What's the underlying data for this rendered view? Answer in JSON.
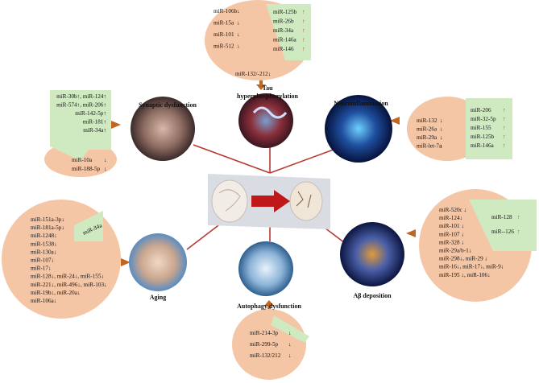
{
  "colors": {
    "salmon": "#f5c6a5",
    "green": "#cfe9c1",
    "line": "#b83a32",
    "arrow": "#c0661e",
    "arrow_up": "#c0440a"
  },
  "tau": {
    "title_line1": "Tau",
    "title_line2": "hyperphosphorylation",
    "down": [
      "miR-106b",
      "miR-15a",
      "miR-101",
      "miR-512",
      "miR-132/-212"
    ],
    "up": [
      "miR-125b",
      "miR-26b",
      "miR-34a",
      "miR-146a",
      "miR-146"
    ]
  },
  "synaptic": {
    "title": "Synaptic dysfunction",
    "green_lines": [
      "miR-30b↑, miR-124↑",
      "miR-574↑, miR-206↑",
      "miR-142-5p↑",
      "miR-181↑",
      "miR-34a↑"
    ],
    "down": [
      "miR-10a",
      "miR-188-5p"
    ]
  },
  "neuro": {
    "title": "Neuroinflammation",
    "down": [
      "miR-132",
      "miR-26a",
      "miR-29a",
      "miR-let-7a"
    ],
    "up": [
      "miR-206",
      "miR-32-5p",
      "miR-155",
      "miR-125b",
      "miR-146a"
    ]
  },
  "aging": {
    "title": "Aging",
    "green": "miR-34a",
    "lines": [
      "miR-151a-3p↓",
      "miR-181a-5p↓",
      "miR-1248↓",
      "miR-1538↓",
      "miR-130a↓",
      "miR-107↓",
      "miR-17↓",
      "miR-128↓, miR-24↓, miR-155↓",
      "miR-221↓, miR-496↓, miR-103↓",
      "miR-19b↓, miR-20a↓",
      "miR-106a↓"
    ]
  },
  "abeta": {
    "title": "Aβ deposition",
    "up": [
      "miR-128",
      "miR--126"
    ],
    "lines": [
      "miR-520c ↓",
      "miR-124↓",
      "miR-101 ↓",
      "miR-107 ↓",
      "miR-328 ↓",
      "miR-29a/b-1↓",
      "miR-298↓, miR-29 ↓",
      "miR-16↓, miR-17↓, miR-9↓",
      "miR-195 ↓, miR-106↓"
    ]
  },
  "autophagy": {
    "title": "Autophagy dysfunction",
    "down": [
      "miR-214-3p",
      "miR-299-5p",
      "miR-132/212"
    ]
  },
  "symbols": {
    "up": "↑",
    "down": "↓"
  }
}
